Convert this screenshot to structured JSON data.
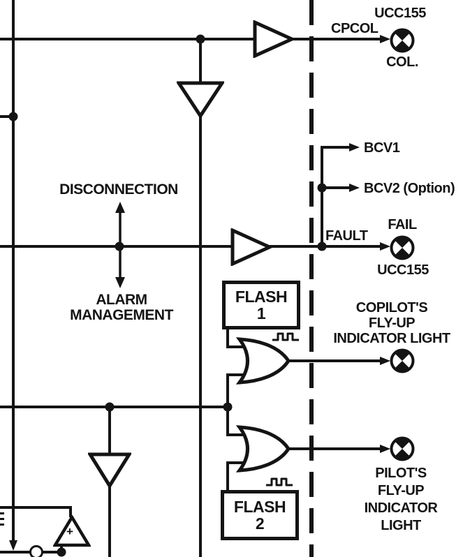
{
  "colors": {
    "ink": "#141414",
    "paper": "#ffffff"
  },
  "annotations": {
    "disconnection": "DISCONNECTION",
    "alarm_management": [
      "ALARM",
      "MANAGEMENT"
    ]
  },
  "signals": {
    "cpcol": "CPCOL",
    "fault": "FAULT",
    "bcv1": "BCV1",
    "bcv2": "BCV2 (Option)"
  },
  "outputs": {
    "col_lamp": {
      "model": "UCC155",
      "name": "COL."
    },
    "fail_lamp": {
      "name": "FAIL",
      "model": "UCC155"
    },
    "copilot_light": [
      "COPILOT'S",
      "FLY-UP",
      "INDICATOR LIGHT"
    ],
    "pilot_light": [
      "PILOT'S",
      "FLY-UP",
      "INDICATOR",
      "LIGHT"
    ]
  },
  "blocks": {
    "flash1": [
      "FLASH",
      "1"
    ],
    "flash2": [
      "FLASH",
      "2"
    ],
    "opamp_sign": "+"
  }
}
